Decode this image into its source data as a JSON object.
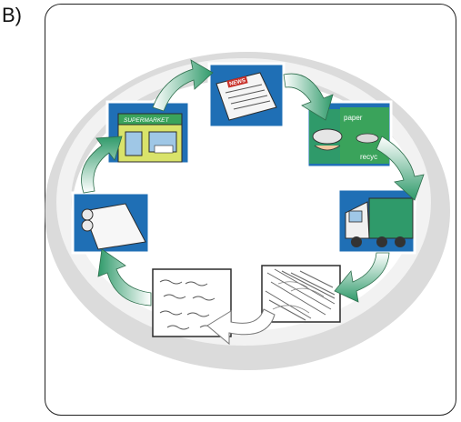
{
  "figure": {
    "label": "B)"
  },
  "stages": [
    {
      "id": "newspaper",
      "text": "NEWS"
    },
    {
      "id": "recycling-bins",
      "text_top": "paper",
      "text_bottom": "recyc"
    },
    {
      "id": "truck",
      "text": ""
    },
    {
      "id": "shredded-pulp",
      "text": ""
    },
    {
      "id": "pulp-fibers",
      "text": ""
    },
    {
      "id": "paper-rolls",
      "text": ""
    },
    {
      "id": "supermarket",
      "text": "SUPERMARKET"
    }
  ],
  "colors": {
    "panel_blue": "#1f6fb5",
    "arrow_green": "#2f9a6a",
    "arrow_light": "#e8f5ee",
    "ring_shadow": "#c9c9c9"
  }
}
